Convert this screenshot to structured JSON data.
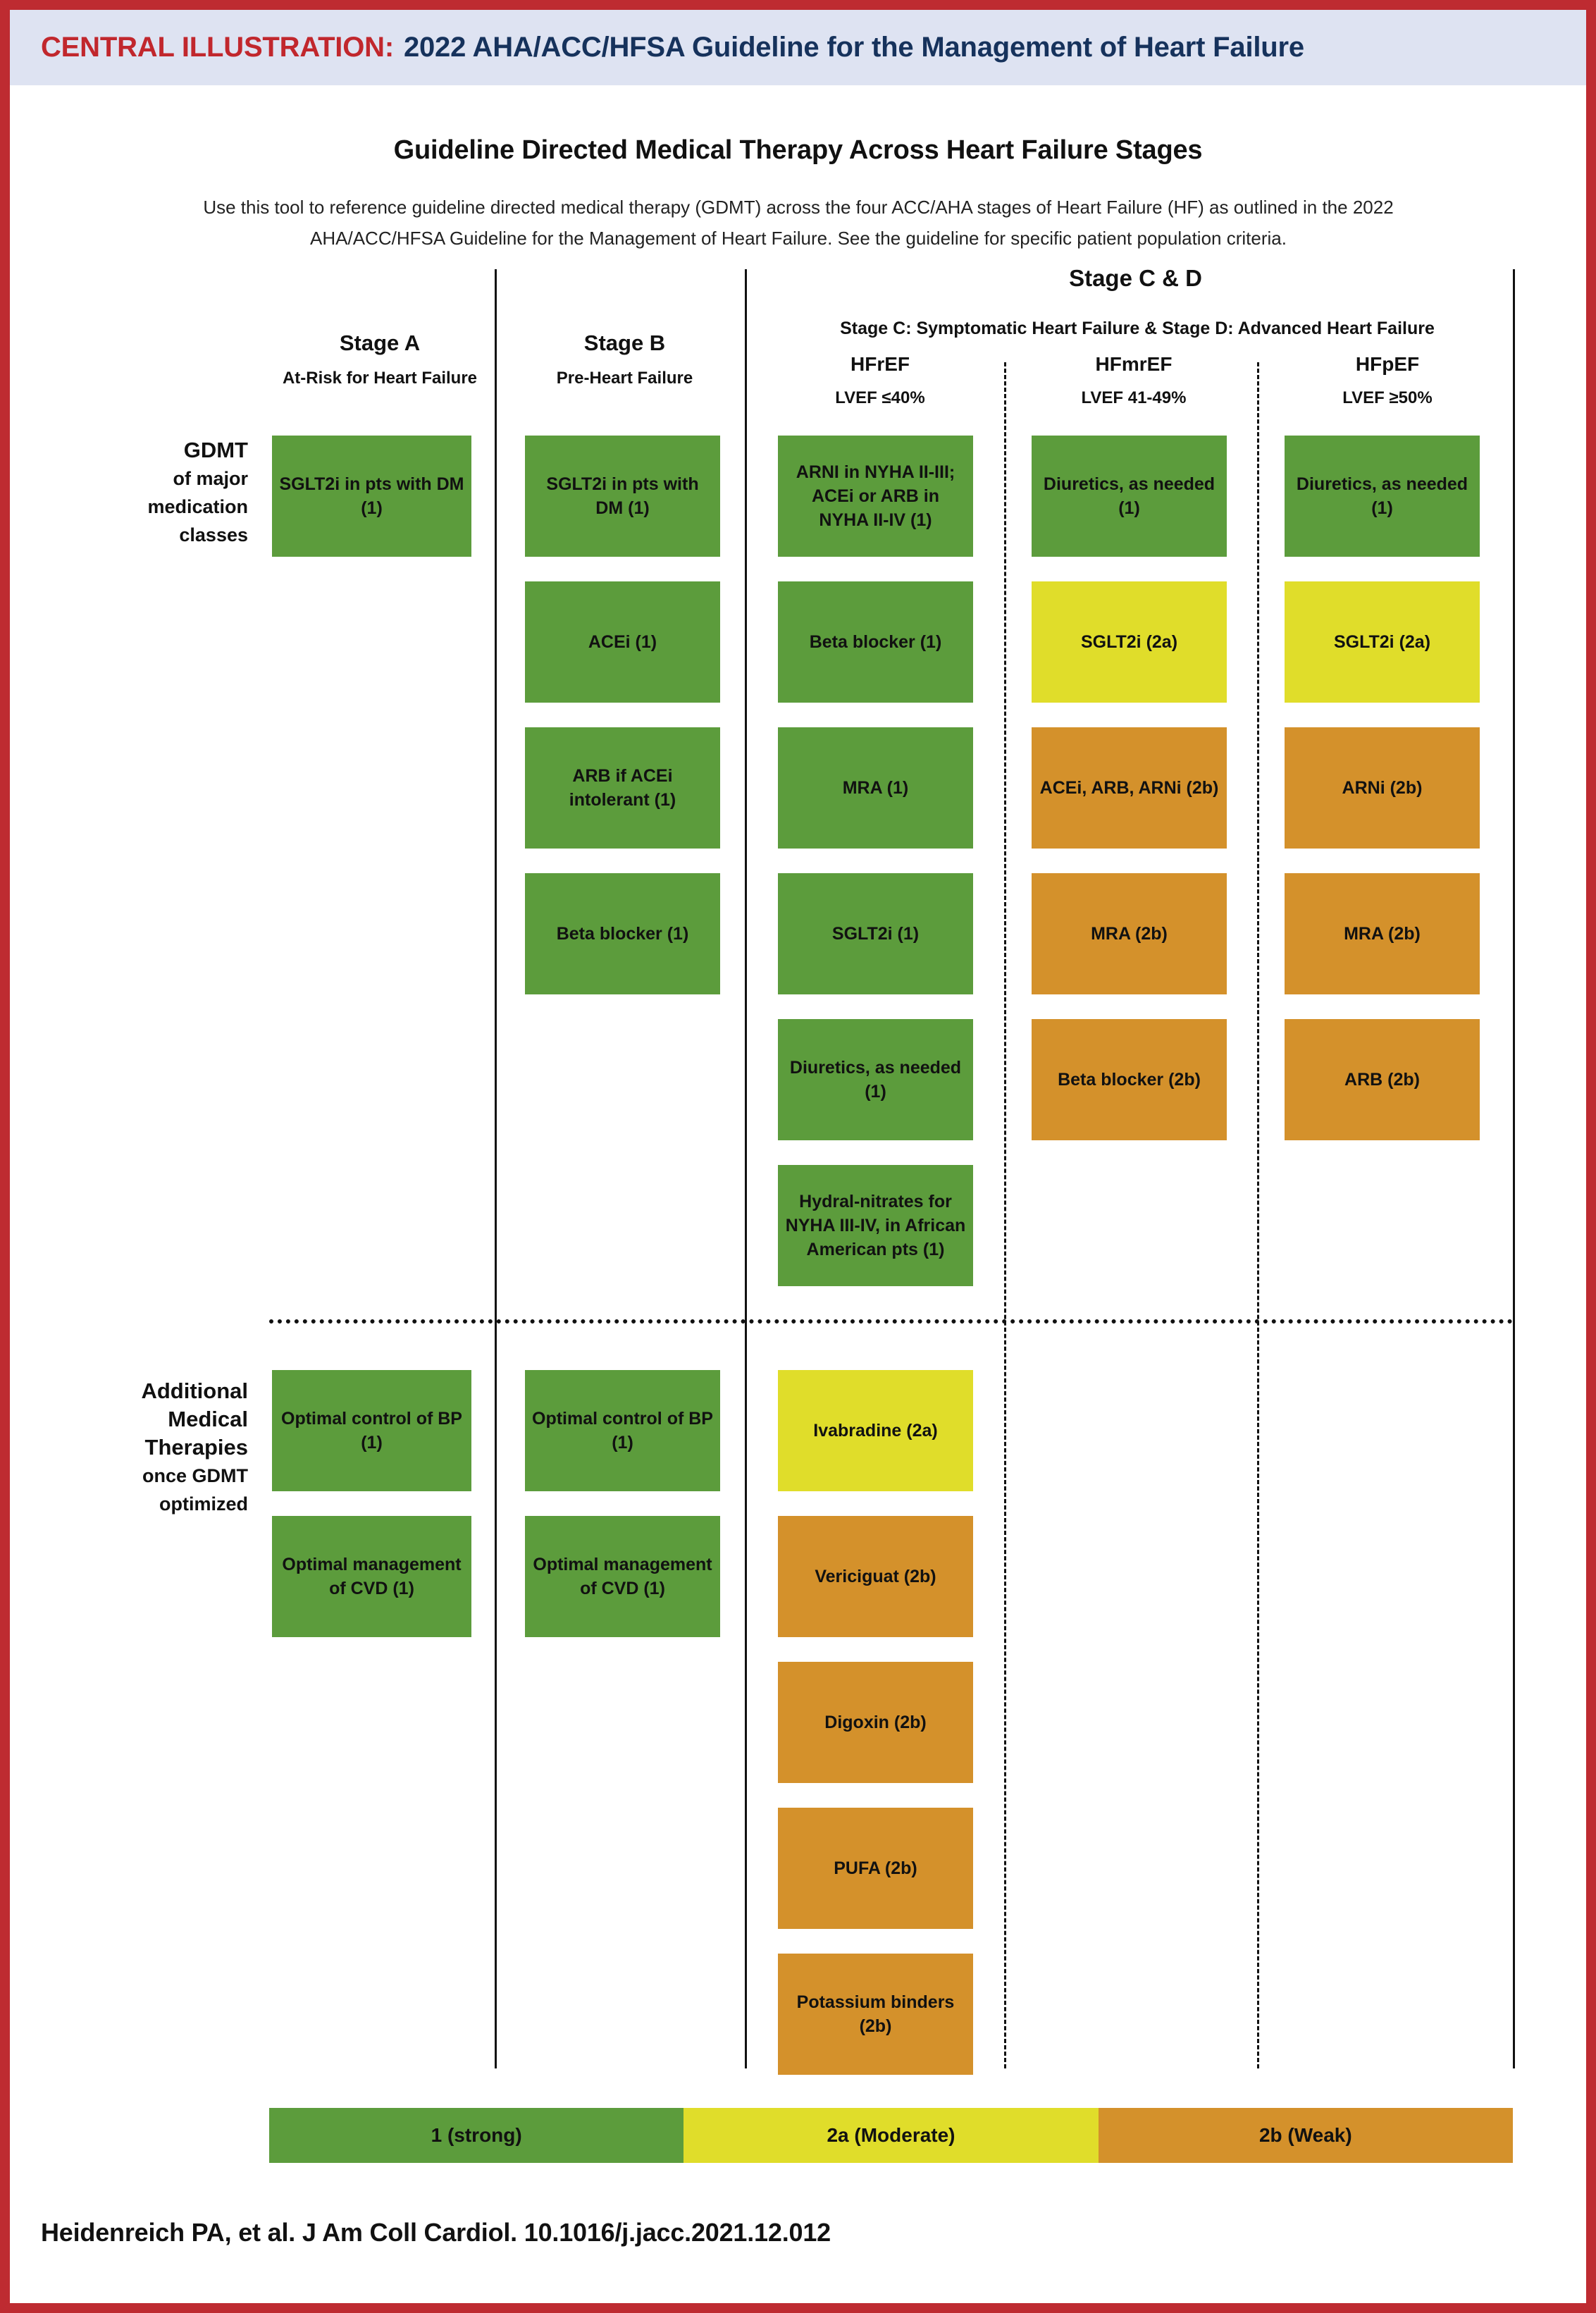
{
  "header": {
    "central_illustration_label": "CENTRAL ILLUSTRATION:",
    "title": "2022 AHA/ACC/HFSA Guideline for the Management of Heart Failure",
    "band_bg": "#DEE3F2",
    "label_color": "#C1272D",
    "title_color": "#16325C",
    "border_color": "#BE2B31"
  },
  "main": {
    "title": "Guideline Directed Medical Therapy Across Heart Failure Stages",
    "subtitle_line1": "Use this tool to reference guideline directed medical therapy (GDMT) across the four ACC/AHA stages of Heart Failure (HF) as outlined in the 2022",
    "subtitle_line2": "AHA/ACC/HFSA Guideline for the Management of Heart Failure. See the guideline for specific patient population criteria."
  },
  "columns": {
    "stage_cd_group_title": "Stage C & D",
    "stage_cd_group_sub": "Stage C: Symptomatic Heart Failure & Stage D: Advanced Heart Failure",
    "stage_a": {
      "stage": "Stage A",
      "sub": "At-Risk for Heart Failure"
    },
    "stage_b": {
      "stage": "Stage B",
      "sub": "Pre-Heart Failure"
    },
    "hfref": {
      "stage": "HFrEF",
      "sub": "LVEF ≤40%"
    },
    "hfmref": {
      "stage": "HFmrEF",
      "sub": "LVEF 41-49%"
    },
    "hfpef": {
      "stage": "HFpEF",
      "sub": "LVEF ≥50%"
    }
  },
  "row_labels": {
    "gdmt_line1": "GDMT",
    "gdmt_line2": "of major",
    "gdmt_line3": "medication",
    "gdmt_line4": "classes",
    "additional_line1": "Additional",
    "additional_line2": "Medical",
    "additional_line3": "Therapies",
    "additional_line4": "once GDMT",
    "additional_line5": "optimized"
  },
  "colors": {
    "class1_green": "#5C9C3C",
    "class2a_yellow": "#E0DD2A",
    "class2b_orange": "#D4912B"
  },
  "chart_data": {
    "type": "table",
    "title": "Guideline Directed Medical Therapy Across Heart Failure Stages",
    "legend_position": "bottom",
    "legend": [
      {
        "label": "1 (strong)",
        "color": "#5C9C3C",
        "class": "1"
      },
      {
        "label": "2a (Moderate)",
        "color": "#E0DD2A",
        "class": "2a"
      },
      {
        "label": "2b (Weak)",
        "color": "#D4912B",
        "class": "2b"
      }
    ],
    "sections": [
      {
        "name": "GDMT of major medication classes",
        "columns": [
          {
            "key": "stage_a",
            "items": [
              {
                "text": "SGLT2i in pts with DM (1)",
                "cls": "1"
              }
            ]
          },
          {
            "key": "stage_b",
            "items": [
              {
                "text": "SGLT2i in pts with DM (1)",
                "cls": "1"
              },
              {
                "text": "ACEi (1)",
                "cls": "1"
              },
              {
                "text": "ARB if ACEi intolerant (1)",
                "cls": "1"
              },
              {
                "text": "Beta blocker (1)",
                "cls": "1"
              }
            ]
          },
          {
            "key": "hfref",
            "items": [
              {
                "text": "ARNI in NYHA II-III; ACEi or ARB in NYHA II-IV (1)",
                "cls": "1"
              },
              {
                "text": "Beta blocker (1)",
                "cls": "1"
              },
              {
                "text": "MRA (1)",
                "cls": "1"
              },
              {
                "text": "SGLT2i (1)",
                "cls": "1"
              },
              {
                "text": "Diuretics, as needed (1)",
                "cls": "1"
              },
              {
                "text": "Hydral-nitrates for NYHA III-IV, in African American pts (1)",
                "cls": "1"
              }
            ]
          },
          {
            "key": "hfmref",
            "items": [
              {
                "text": "Diuretics, as needed (1)",
                "cls": "1"
              },
              {
                "text": "SGLT2i (2a)",
                "cls": "2a"
              },
              {
                "text": "ACEi, ARB, ARNi (2b)",
                "cls": "2b"
              },
              {
                "text": "MRA (2b)",
                "cls": "2b"
              },
              {
                "text": "Beta blocker (2b)",
                "cls": "2b"
              }
            ]
          },
          {
            "key": "hfpef",
            "items": [
              {
                "text": "Diuretics, as needed (1)",
                "cls": "1"
              },
              {
                "text": "SGLT2i (2a)",
                "cls": "2a"
              },
              {
                "text": "ARNi (2b)",
                "cls": "2b"
              },
              {
                "text": "MRA (2b)",
                "cls": "2b"
              },
              {
                "text": "ARB (2b)",
                "cls": "2b"
              }
            ]
          }
        ]
      },
      {
        "name": "Additional Medical Therapies once GDMT optimized",
        "columns": [
          {
            "key": "stage_a",
            "items": [
              {
                "text": "Optimal control of BP (1)",
                "cls": "1"
              },
              {
                "text": "Optimal management of CVD (1)",
                "cls": "1"
              }
            ]
          },
          {
            "key": "stage_b",
            "items": [
              {
                "text": "Optimal control of BP (1)",
                "cls": "1"
              },
              {
                "text": "Optimal management of CVD (1)",
                "cls": "1"
              }
            ]
          },
          {
            "key": "hfref",
            "items": [
              {
                "text": "Ivabradine (2a)",
                "cls": "2a"
              },
              {
                "text": "Vericiguat (2b)",
                "cls": "2b"
              },
              {
                "text": "Digoxin (2b)",
                "cls": "2b"
              },
              {
                "text": "PUFA (2b)",
                "cls": "2b"
              },
              {
                "text": "Potassium binders (2b)",
                "cls": "2b"
              }
            ]
          },
          {
            "key": "hfmref",
            "items": []
          },
          {
            "key": "hfpef",
            "items": []
          }
        ]
      }
    ]
  },
  "legend": {
    "class1": "1 (strong)",
    "class2a": "2a (Moderate)",
    "class2b": "2b (Weak)"
  },
  "footer": {
    "citation": "Heidenreich PA, et al. J Am Coll Cardiol. 10.1016/j.jacc.2021.12.012"
  }
}
